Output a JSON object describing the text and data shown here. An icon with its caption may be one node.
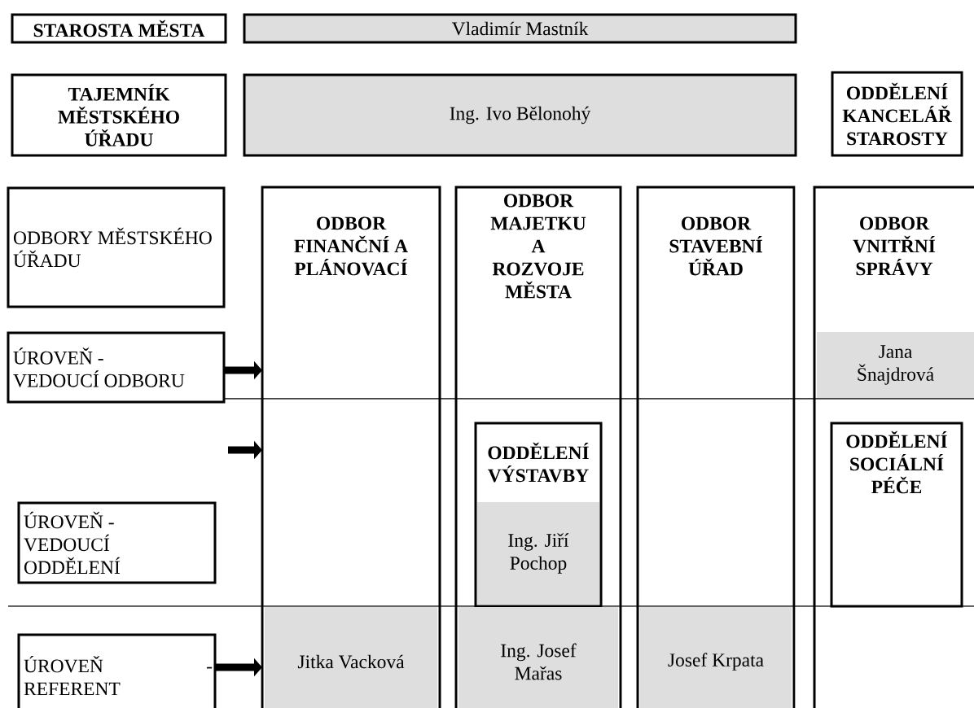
{
  "diagram": {
    "nodes": [
      {
        "text": [
          "STAROSTA MĚSTA"
        ]
      },
      {
        "text": [
          "Vladimír Mastník"
        ]
      },
      {
        "text": [
          "TAJEMNÍK MĚSTSKÉHO ÚŘADU"
        ]
      },
      {
        "text": [
          "Ing. Ivo Bělonohý"
        ]
      },
      {
        "text": [
          "ODDĚLENÍ KANCELÁŘ STAROSTY"
        ]
      },
      {
        "text": [
          "ODBORY MĚSTSKÉHO ÚŘADU"
        ]
      },
      {
        "text": [
          "ODBOR FINANČNÍ A PLÁNOVACÍ"
        ]
      },
      {
        "text": [
          "ODBOR MAJETKU A ROZVOJE MĚSTA"
        ]
      },
      {
        "text": [
          "ODBOR STAVEBNÍ ÚŘAD"
        ]
      },
      {
        "text": [
          "ODBOR VNITŘNÍ SPRÁVY"
        ]
      },
      {
        "text": [
          "ÚROVEŇ - VEDOUCÍ ODBORU"
        ]
      },
      {
        "text": [
          "Jana Šnajdrová"
        ],
        "in": 9
      },
      {
        "text": [
          "ODDĚLENÍ VÝSTAVBY"
        ],
        "in": 7
      },
      {
        "text": [
          "Ing. Jiří Pochop"
        ],
        "in": 12
      },
      {
        "text": [
          "ODDĚLENÍ SOCIÁLNÍ PÉČE"
        ],
        "in": 9
      },
      {
        "text": [
          "ÚROVEŇ - VEDOUCÍ ODDĚLENÍ"
        ]
      },
      {
        "text": [
          "ÚROVEŇ - REFERENT"
        ]
      },
      {
        "text": [
          "Jitka Vacková"
        ],
        "in": 6
      },
      {
        "text": [
          "Ing. Josef Mařas"
        ],
        "in": 7
      },
      {
        "text": [
          "Josef Krpata"
        ],
        "in": 8
      }
    ],
    "edges": [
      {
        "from": 10,
        "to": 6,
        "arrow": "to"
      },
      {
        "from": null,
        "to": 6,
        "arrow": "to"
      },
      {
        "from": 16,
        "to": 6,
        "arrow": "to"
      }
    ]
  }
}
